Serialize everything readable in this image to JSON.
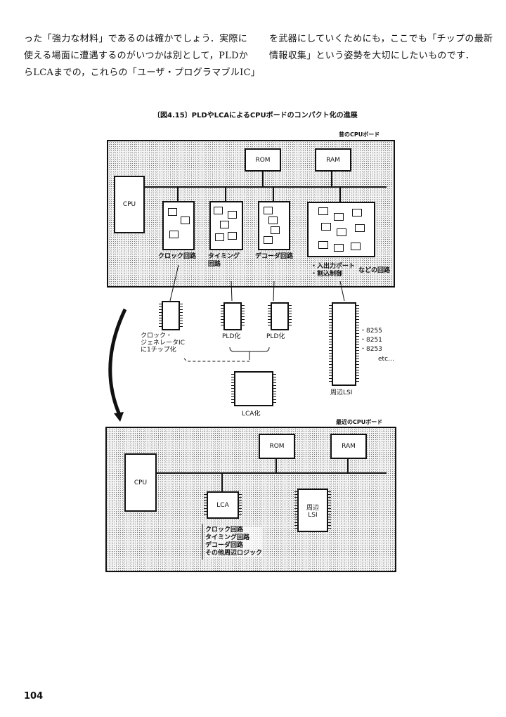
{
  "text": {
    "left": [
      "った「強力な材料」であるのは確かでしょう．実際に",
      "使える場面に遭遇するのがいつかは別として，PLDか",
      "らLCAまでの，これらの「ユーザ・プログラマブルIC」"
    ],
    "right": [
      "を武器にしていくためにも，ここでも「チップの最新",
      "情報収集」という姿勢を大切にしたいものです．"
    ]
  },
  "figure": {
    "caption": "〔図4.15〕PLDやLCAによるCPUボードのコンパクト化の進展",
    "old_board": {
      "title": "昔のCPUボード",
      "cpu": "CPU",
      "rom": "ROM",
      "ram": "RAM",
      "clock": "クロック回路",
      "timing1": "タイミング",
      "timing2": "回路",
      "decoder": "デコーダ回路",
      "io1": "・入出力ポート",
      "io2": "・割込制御",
      "io3": "などの回路"
    },
    "middle": {
      "clock1": "クロック・",
      "clock2": "ジェネレータIC",
      "clock3": "に1チップ化",
      "pld1": "PLD化",
      "pld2": "PLD化",
      "lca": "LCA化",
      "lsi": "周辺LSI",
      "parts": [
        "・8255",
        "・8251",
        "・8253"
      ],
      "etc": "etc…"
    },
    "new_board": {
      "title": "最近のCPUボード",
      "cpu": "CPU",
      "rom": "ROM",
      "ram": "RAM",
      "lca": "LCA",
      "lsi1": "周辺",
      "lsi2": "LSI",
      "list": [
        "クロック回路",
        "タイミング回路",
        "デコーダ回路",
        "その他周辺ロジック"
      ]
    }
  },
  "page_number": "104"
}
